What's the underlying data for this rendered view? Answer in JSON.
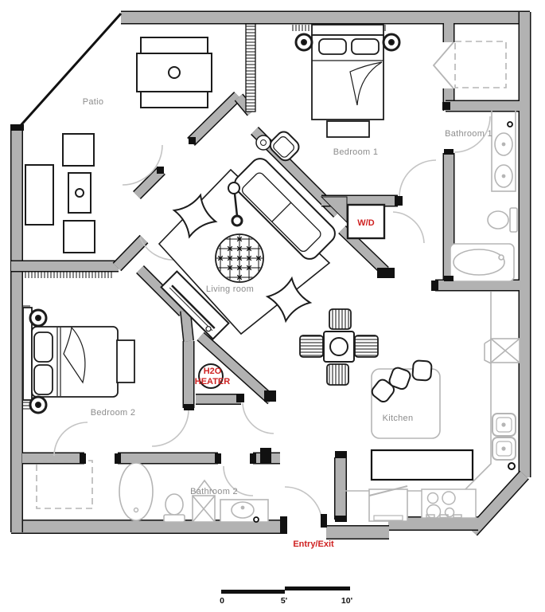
{
  "colors": {
    "wall_fill": "#b2b2b2",
    "wall_outline": "#111111",
    "fixture_gray": "#b5b5b5",
    "door_arc_gray": "#c4c4c4",
    "label_gray": "#8c8c8c",
    "accent_red": "#cf2222",
    "scale_black": "#111111"
  },
  "rooms": {
    "patio": {
      "label": "Patio"
    },
    "bedroom1": {
      "label": "Bedroom 1"
    },
    "bathroom1": {
      "label": "Bathroom 1"
    },
    "living_room": {
      "label": "Living room"
    },
    "bedroom2": {
      "label": "Bedroom 2"
    },
    "bathroom2": {
      "label": "Bathroom 2"
    },
    "kitchen": {
      "label": "Kitchen"
    }
  },
  "annotations": {
    "washer_dryer": "W/D",
    "water_heater_line1": "H2O",
    "water_heater_line2": "HEATER",
    "entry_exit": "Entry/Exit"
  },
  "scale_bar": {
    "tick0": "0",
    "tick5": "5'",
    "tick10": "10'"
  }
}
